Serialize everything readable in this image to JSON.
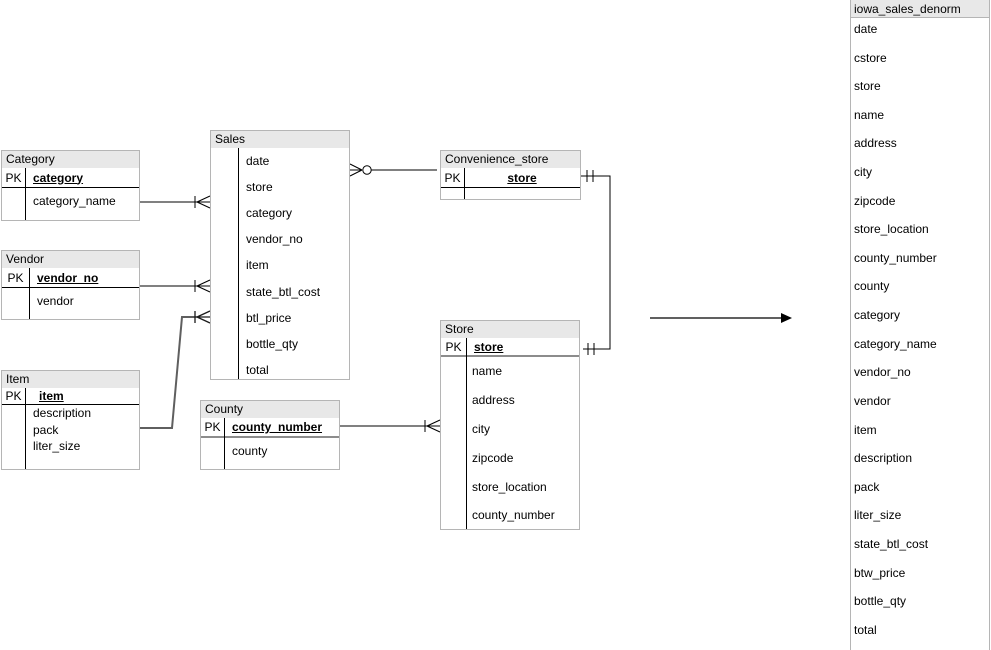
{
  "diagram": {
    "pk_label": "PK",
    "tables": [
      {
        "name": "Category",
        "pk": "category",
        "fields": [
          "category_name"
        ]
      },
      {
        "name": "Vendor",
        "pk": "vendor_no",
        "fields": [
          "vendor"
        ]
      },
      {
        "name": "Item",
        "pk": "item",
        "fields": [
          "description",
          "pack",
          "liter_size"
        ]
      },
      {
        "name": "Sales",
        "pk": null,
        "fields": [
          "date",
          "store",
          "category",
          "vendor_no",
          "item",
          "state_btl_cost",
          "btl_price",
          "bottle_qty",
          "total"
        ]
      },
      {
        "name": "County",
        "pk": "county_number",
        "fields": [
          "county"
        ]
      },
      {
        "name": "Convenience_store",
        "pk": "store",
        "fields": []
      },
      {
        "name": "Store",
        "pk": "store",
        "fields": [
          "name",
          "address",
          "city",
          "zipcode",
          "store_location",
          "county_number"
        ]
      }
    ],
    "denorm_table": {
      "name": "iowa_sales_denorm",
      "fields": [
        "date",
        "cstore",
        "store",
        "name",
        "address",
        "city",
        "zipcode",
        "store_location",
        "county_number",
        "county",
        "category",
        "category_name",
        "vendor_no",
        "vendor",
        "item",
        "description",
        "pack",
        "liter_size",
        "state_btl_cost",
        "btw_price",
        "bottle_qty",
        "total"
      ]
    },
    "relationships": [
      {
        "from": "Category",
        "to": "Sales",
        "cardinality": "one-to-many"
      },
      {
        "from": "Vendor",
        "to": "Sales",
        "cardinality": "one-to-many"
      },
      {
        "from": "Item",
        "to": "Sales",
        "cardinality": "one-to-many"
      },
      {
        "from": "Convenience_store",
        "to": "Sales",
        "cardinality": "one-to-zero-or-many"
      },
      {
        "from": "Convenience_store",
        "to": "Store",
        "cardinality": "one-to-one"
      },
      {
        "from": "County",
        "to": "Store",
        "cardinality": "one-to-many"
      }
    ],
    "transform_arrow": "ER schema flows into iowa_sales_denorm"
  },
  "colors": {
    "header_fill": "#e8e8e8",
    "box_border": "#b5b5b5",
    "line": "#000000",
    "thick_line": "#5f5f5f"
  }
}
